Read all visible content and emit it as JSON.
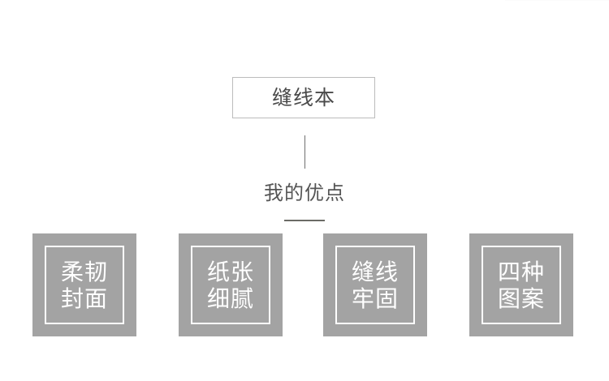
{
  "colors": {
    "background": "#ffffff",
    "card_gray": "#a3a3a3",
    "card_inner_border": "#ffffff",
    "title_border": "#bcbcbc",
    "title_text": "#4a4a4a",
    "subtitle_text": "#555555",
    "connector_line": "#6f6f6f",
    "divider_line": "#6b6b66",
    "card_text": "#ffffff",
    "top_hairline": "#fbfbfb"
  },
  "header": {
    "title": "缝线本"
  },
  "section": {
    "subtitle": "我的优点"
  },
  "features": [
    {
      "line1": "柔韧",
      "line2": "封面"
    },
    {
      "line1": "纸张",
      "line2": "细腻"
    },
    {
      "line1": "缝线",
      "line2": "牢固"
    },
    {
      "line1": "四种",
      "line2": "图案"
    }
  ]
}
